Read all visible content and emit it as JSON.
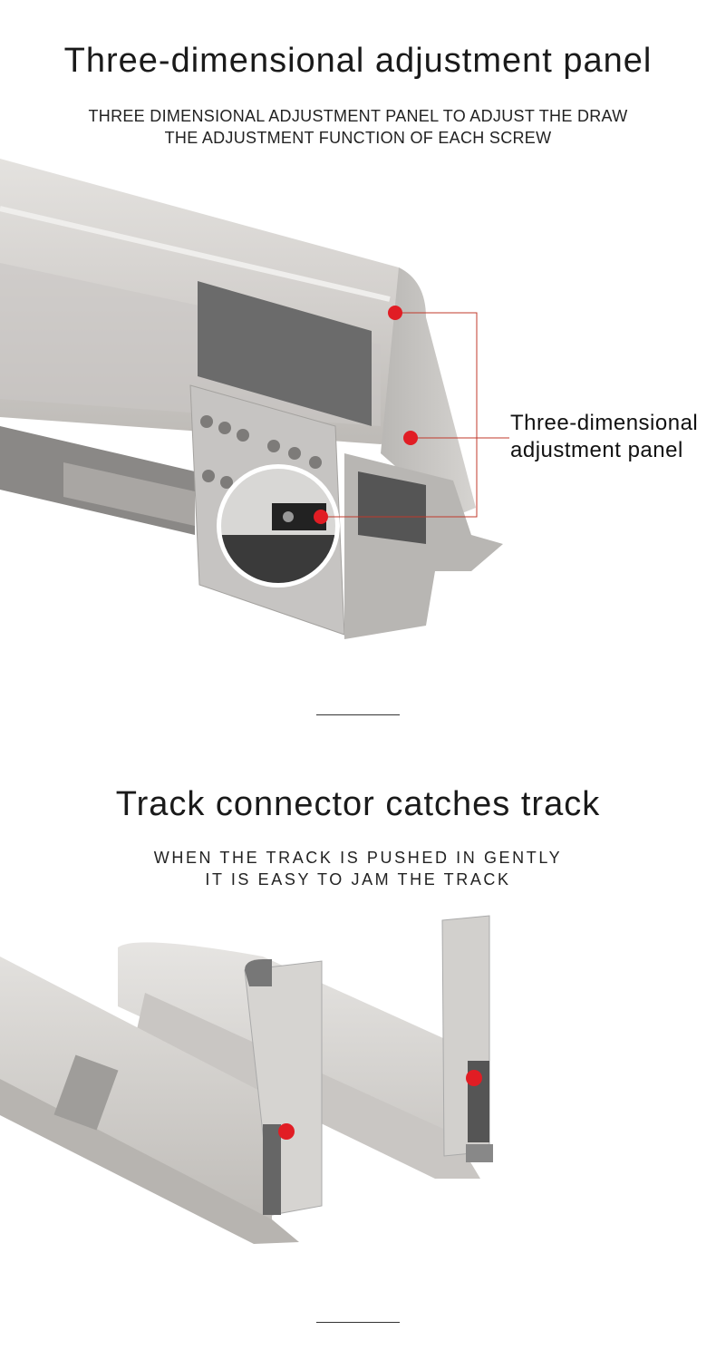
{
  "section1": {
    "title": "Three-dimensional adjustment panel",
    "subtitle_line1": "THREE DIMENSIONAL ADJUSTMENT PANEL TO ADJUST THE DRAW",
    "subtitle_line2": "THE ADJUSTMENT FUNCTION OF EACH SCREW",
    "callout_line1": "Three-dimensional",
    "callout_line2": "adjustment panel"
  },
  "section2": {
    "title": "Track connector catches track",
    "subtitle_line1": "WHEN THE TRACK IS PUSHED IN GENTLY",
    "subtitle_line2": "IT IS EASY TO JAM THE TRACK"
  },
  "colors": {
    "marker": "#e11d24",
    "leader_line": "#c0392b",
    "drawer_silver": "#cfcdcb",
    "panel_grey": "#6b6b6b"
  }
}
